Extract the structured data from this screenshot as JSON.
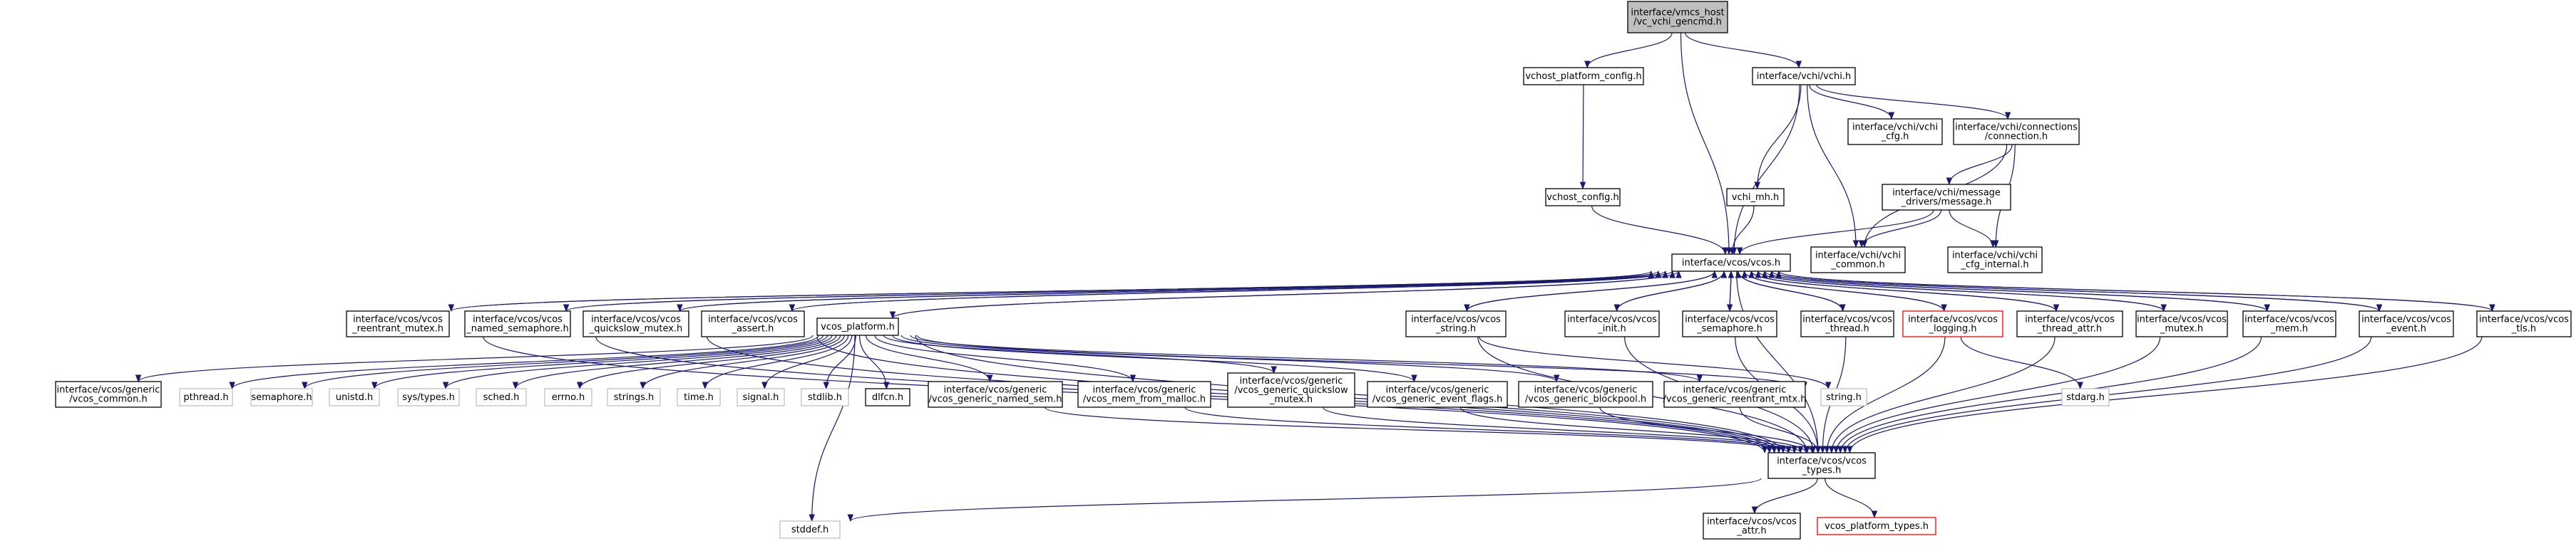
{
  "colors": {
    "edge": "#191970",
    "edge_red": "#63b8ff",
    "root_fill": "#bfbfbf",
    "node_border": "#000000",
    "missing_border": "#bfbfbf",
    "red_border": "#ff0000"
  },
  "nodes": [
    {
      "id": "root",
      "lines": [
        "interface/vmcs_host",
        "/vc_vchi_gencmd.h"
      ],
      "style": "root"
    },
    {
      "id": "vhpc",
      "lines": [
        "vchost_platform_config.h"
      ],
      "style": "normal"
    },
    {
      "id": "vchi",
      "lines": [
        "interface/vchi/vchi.h"
      ],
      "style": "normal"
    },
    {
      "id": "vchicfg",
      "lines": [
        "interface/vchi/vchi",
        "_cfg.h"
      ],
      "style": "normal"
    },
    {
      "id": "conn",
      "lines": [
        "interface/vchi/connections",
        "/connection.h"
      ],
      "style": "normal"
    },
    {
      "id": "vhc",
      "lines": [
        "vchost_config.h"
      ],
      "style": "normal"
    },
    {
      "id": "mh",
      "lines": [
        "vchi_mh.h"
      ],
      "style": "normal"
    },
    {
      "id": "msg",
      "lines": [
        "interface/vchi/message",
        "_drivers/message.h"
      ],
      "style": "normal"
    },
    {
      "id": "vcos",
      "lines": [
        "interface/vcos/vcos.h"
      ],
      "style": "normal"
    },
    {
      "id": "common",
      "lines": [
        "interface/vchi/vchi",
        "_common.h"
      ],
      "style": "normal"
    },
    {
      "id": "cfgint",
      "lines": [
        "interface/vchi/vchi",
        "_cfg_internal.h"
      ],
      "style": "normal"
    },
    {
      "id": "remutex",
      "lines": [
        "interface/vcos/vcos",
        "_reentrant_mutex.h"
      ],
      "style": "normal"
    },
    {
      "id": "namsem",
      "lines": [
        "interface/vcos/vcos",
        "_named_semaphore.h"
      ],
      "style": "normal"
    },
    {
      "id": "qsmutex",
      "lines": [
        "interface/vcos/vcos",
        "_quickslow_mutex.h"
      ],
      "style": "normal"
    },
    {
      "id": "assert",
      "lines": [
        "interface/vcos/vcos",
        "_assert.h"
      ],
      "style": "normal"
    },
    {
      "id": "plat",
      "lines": [
        "vcos_platform.h"
      ],
      "style": "normal"
    },
    {
      "id": "string",
      "lines": [
        "interface/vcos/vcos",
        "_string.h"
      ],
      "style": "normal"
    },
    {
      "id": "init",
      "lines": [
        "interface/vcos/vcos",
        "_init.h"
      ],
      "style": "normal"
    },
    {
      "id": "sema",
      "lines": [
        "interface/vcos/vcos",
        "_semaphore.h"
      ],
      "style": "normal"
    },
    {
      "id": "thread",
      "lines": [
        "interface/vcos/vcos",
        "_thread.h"
      ],
      "style": "normal"
    },
    {
      "id": "logging",
      "lines": [
        "interface/vcos/vcos",
        "_logging.h"
      ],
      "style": "red"
    },
    {
      "id": "thattr",
      "lines": [
        "interface/vcos/vcos",
        "_thread_attr.h"
      ],
      "style": "normal"
    },
    {
      "id": "mutex",
      "lines": [
        "interface/vcos/vcos",
        "_mutex.h"
      ],
      "style": "normal"
    },
    {
      "id": "mem",
      "lines": [
        "interface/vcos/vcos",
        "_mem.h"
      ],
      "style": "normal"
    },
    {
      "id": "event",
      "lines": [
        "interface/vcos/vcos",
        "_event.h"
      ],
      "style": "normal"
    },
    {
      "id": "tls",
      "lines": [
        "interface/vcos/vcos",
        "_tls.h"
      ],
      "style": "normal"
    },
    {
      "id": "gencommon",
      "lines": [
        "interface/vcos/generic",
        "/vcos_common.h"
      ],
      "style": "normal"
    },
    {
      "id": "pthread",
      "lines": [
        "pthread.h"
      ],
      "style": "missing"
    },
    {
      "id": "semaphore",
      "lines": [
        "semaphore.h"
      ],
      "style": "missing"
    },
    {
      "id": "unistd",
      "lines": [
        "unistd.h"
      ],
      "style": "missing"
    },
    {
      "id": "systypes",
      "lines": [
        "sys/types.h"
      ],
      "style": "missing"
    },
    {
      "id": "sched",
      "lines": [
        "sched.h"
      ],
      "style": "missing"
    },
    {
      "id": "errno",
      "lines": [
        "errno.h"
      ],
      "style": "missing"
    },
    {
      "id": "strings",
      "lines": [
        "strings.h"
      ],
      "style": "missing"
    },
    {
      "id": "time",
      "lines": [
        "time.h"
      ],
      "style": "missing"
    },
    {
      "id": "signal",
      "lines": [
        "signal.h"
      ],
      "style": "missing"
    },
    {
      "id": "stdlib",
      "lines": [
        "stdlib.h"
      ],
      "style": "missing"
    },
    {
      "id": "dlfcn",
      "lines": [
        "dlfcn.h"
      ],
      "style": "normal"
    },
    {
      "id": "gnsem",
      "lines": [
        "interface/vcos/generic",
        "/vcos_generic_named_sem.h"
      ],
      "style": "normal"
    },
    {
      "id": "memmalloc",
      "lines": [
        "interface/vcos/generic",
        "/vcos_mem_from_malloc.h"
      ],
      "style": "normal"
    },
    {
      "id": "gqsmutex",
      "lines": [
        "interface/vcos/generic",
        "/vcos_generic_quickslow",
        "_mutex.h"
      ],
      "style": "normal"
    },
    {
      "id": "gevflags",
      "lines": [
        "interface/vcos/generic",
        "/vcos_generic_event_flags.h"
      ],
      "style": "normal"
    },
    {
      "id": "gblock",
      "lines": [
        "interface/vcos/generic",
        "/vcos_generic_blockpool.h"
      ],
      "style": "normal"
    },
    {
      "id": "grmtx",
      "lines": [
        "interface/vcos/generic",
        "/vcos_generic_reentrant_mtx.h"
      ],
      "style": "normal"
    },
    {
      "id": "stringh",
      "lines": [
        "string.h"
      ],
      "style": "missing"
    },
    {
      "id": "stdarg",
      "lines": [
        "stdarg.h"
      ],
      "style": "missing"
    },
    {
      "id": "types",
      "lines": [
        "interface/vcos/vcos",
        "_types.h"
      ],
      "style": "normal"
    },
    {
      "id": "stddef",
      "lines": [
        "stddef.h"
      ],
      "style": "missing"
    },
    {
      "id": "attr",
      "lines": [
        "interface/vcos/vcos",
        "_attr.h"
      ],
      "style": "normal"
    },
    {
      "id": "ptypes",
      "lines": [
        "vcos_platform_types.h"
      ],
      "style": "red"
    }
  ],
  "edges": [
    [
      "root",
      "vhpc"
    ],
    [
      "root",
      "vchi"
    ],
    [
      "root",
      "vcos"
    ],
    [
      "vhpc",
      "vhc"
    ],
    [
      "vhc",
      "vcos"
    ],
    [
      "vchi",
      "vchicfg"
    ],
    [
      "vchi",
      "conn"
    ],
    [
      "vchi",
      "mh"
    ],
    [
      "vchi",
      "vcos"
    ],
    [
      "vchi",
      "common"
    ],
    [
      "conn",
      "msg"
    ],
    [
      "conn",
      "common"
    ],
    [
      "conn",
      "cfgint"
    ],
    [
      "mh",
      "vcos"
    ],
    [
      "msg",
      "vcos"
    ],
    [
      "msg",
      "common"
    ],
    [
      "msg",
      "cfgint"
    ],
    [
      "vcos",
      "remutex"
    ],
    [
      "vcos",
      "namsem"
    ],
    [
      "vcos",
      "qsmutex"
    ],
    [
      "vcos",
      "assert"
    ],
    [
      "vcos",
      "plat"
    ],
    [
      "vcos",
      "string"
    ],
    [
      "vcos",
      "init"
    ],
    [
      "vcos",
      "sema"
    ],
    [
      "vcos",
      "thread"
    ],
    [
      "vcos",
      "logging"
    ],
    [
      "vcos",
      "thattr"
    ],
    [
      "vcos",
      "mutex"
    ],
    [
      "vcos",
      "mem"
    ],
    [
      "vcos",
      "event"
    ],
    [
      "vcos",
      "tls"
    ],
    [
      "vcos",
      "types"
    ],
    [
      "remutex",
      "vcos"
    ],
    [
      "namsem",
      "vcos"
    ],
    [
      "qsmutex",
      "vcos"
    ],
    [
      "assert",
      "vcos"
    ],
    [
      "plat",
      "vcos"
    ],
    [
      "string",
      "vcos"
    ],
    [
      "init",
      "vcos"
    ],
    [
      "sema",
      "vcos"
    ],
    [
      "thread",
      "vcos"
    ],
    [
      "logging",
      "vcos"
    ],
    [
      "thattr",
      "vcos"
    ],
    [
      "mutex",
      "vcos"
    ],
    [
      "mem",
      "vcos"
    ],
    [
      "event",
      "vcos"
    ],
    [
      "tls",
      "vcos"
    ],
    [
      "remutex",
      "types"
    ],
    [
      "namsem",
      "types"
    ],
    [
      "qsmutex",
      "types"
    ],
    [
      "assert",
      "types"
    ],
    [
      "string",
      "types"
    ],
    [
      "string",
      "stringh"
    ],
    [
      "init",
      "types"
    ],
    [
      "sema",
      "types"
    ],
    [
      "thread",
      "types"
    ],
    [
      "logging",
      "types"
    ],
    [
      "logging",
      "stdarg"
    ],
    [
      "thattr",
      "types"
    ],
    [
      "mutex",
      "types"
    ],
    [
      "mem",
      "types"
    ],
    [
      "event",
      "types"
    ],
    [
      "tls",
      "types"
    ],
    [
      "plat",
      "gencommon"
    ],
    [
      "plat",
      "pthread"
    ],
    [
      "plat",
      "semaphore"
    ],
    [
      "plat",
      "unistd"
    ],
    [
      "plat",
      "systypes"
    ],
    [
      "plat",
      "sched"
    ],
    [
      "plat",
      "errno"
    ],
    [
      "plat",
      "strings"
    ],
    [
      "plat",
      "time"
    ],
    [
      "plat",
      "signal"
    ],
    [
      "plat",
      "stdlib"
    ],
    [
      "plat",
      "dlfcn"
    ],
    [
      "plat",
      "gnsem"
    ],
    [
      "plat",
      "memmalloc"
    ],
    [
      "plat",
      "gqsmutex"
    ],
    [
      "plat",
      "gevflags"
    ],
    [
      "plat",
      "gblock"
    ],
    [
      "plat",
      "grmtx"
    ],
    [
      "plat",
      "stringh"
    ],
    [
      "plat",
      "stddef"
    ],
    [
      "plat",
      "types"
    ],
    [
      "gnsem",
      "types"
    ],
    [
      "memmalloc",
      "types"
    ],
    [
      "gqsmutex",
      "types"
    ],
    [
      "gevflags",
      "types"
    ],
    [
      "gblock",
      "types"
    ],
    [
      "grmtx",
      "types"
    ],
    [
      "types",
      "stddef"
    ],
    [
      "types",
      "attr"
    ],
    [
      "types",
      "ptypes"
    ]
  ]
}
